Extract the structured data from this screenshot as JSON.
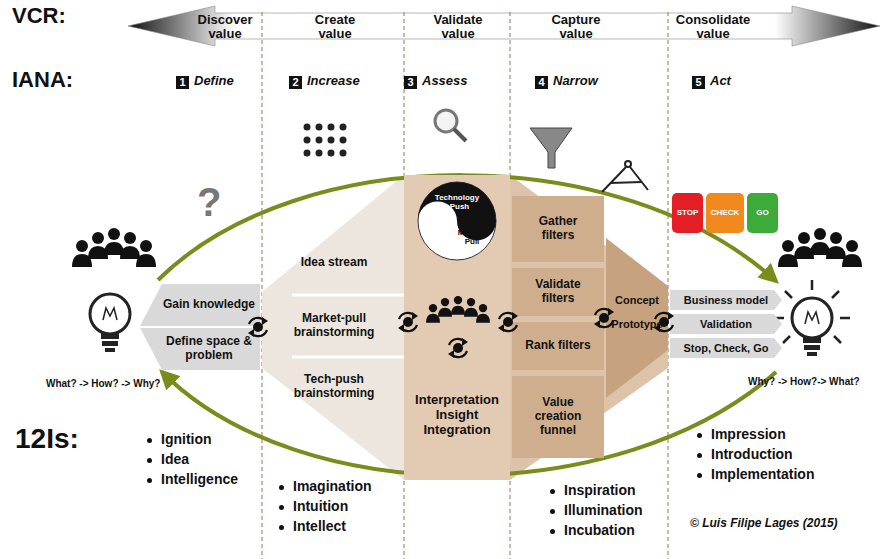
{
  "diagram": {
    "nodes": [
      {
        "text": [
          "Gain knowledge"
        ]
      },
      {
        "text": [
          "Define space & problem"
        ]
      },
      {
        "text": [
          "Idea stream"
        ]
      },
      {
        "text": [
          "Market-pull brainstorming"
        ]
      },
      {
        "text": [
          "Tech-push brainstorming"
        ]
      },
      {
        "text": [
          "Interpretation Insight Integration"
        ]
      },
      {
        "text": [
          "Technology - Push",
          "Market-Pull"
        ],
        "in": 5
      },
      {
        "text": [
          "Gather filters"
        ]
      },
      {
        "text": [
          "Validate filters"
        ]
      },
      {
        "text": [
          "Rank filters"
        ]
      },
      {
        "text": [
          "Value creation funnel"
        ]
      },
      {
        "text": [
          "Concept",
          "Prototype"
        ]
      },
      {
        "text": [
          "Business model"
        ]
      },
      {
        "text": [
          "Validation"
        ]
      },
      {
        "text": [
          "Stop, Check, Go"
        ]
      },
      {
        "text": [
          "STOP"
        ]
      },
      {
        "text": [
          "CHECK"
        ]
      },
      {
        "text": [
          "GO"
        ]
      }
    ],
    "labels": [
      "VCR:",
      "Discover value",
      "Create value",
      "Validate value",
      "Capture value",
      "Consolidate value",
      "IANA:",
      "1",
      "Define",
      "2",
      "Increase",
      "3",
      "Assess",
      "4",
      "Narrow",
      "5",
      "Act",
      "?",
      "What? -> How? -> Why?",
      "Why? -> How?-> What?",
      "12Is:",
      "Ignition",
      "Idea",
      "Intelligence",
      "Imagination",
      "Intuition",
      "Intellect",
      "Inspiration",
      "Illumination",
      "Incubation",
      "Impression",
      "Introduction",
      "Implementation",
      "© Luis Filipe Lages (2015)"
    ]
  }
}
